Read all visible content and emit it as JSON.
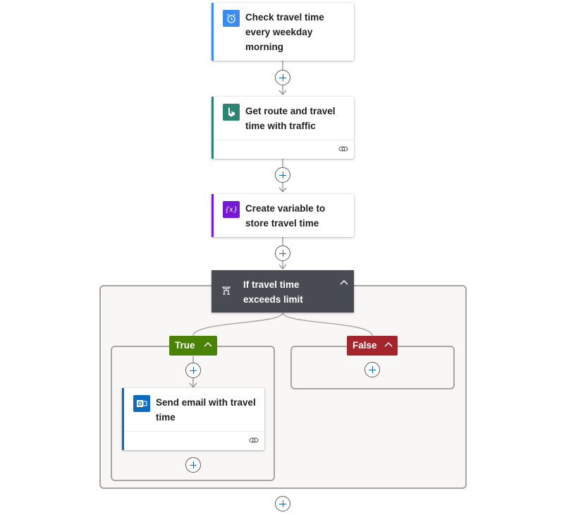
{
  "trigger": {
    "title": "Check travel time\nevery weekday\nmorning",
    "icon": "alarm-clock-icon",
    "accent": "#3a8cf0"
  },
  "bing": {
    "title": "Get route and travel\ntime with traffic",
    "icon": "bing-icon",
    "accent": "#2b8570"
  },
  "variable": {
    "title": "Create variable to\nstore travel time",
    "icon": "variable-icon",
    "accent": "#7719d6"
  },
  "condition": {
    "title": "If travel time\nexceeds limit",
    "icon": "condition-icon"
  },
  "true_branch": {
    "label": "True",
    "color": "#498205"
  },
  "false_branch": {
    "label": "False",
    "color": "#a4262c"
  },
  "email": {
    "title": "Send email with travel\ntime",
    "icon": "outlook-icon",
    "accent": "#0f6cbd"
  }
}
